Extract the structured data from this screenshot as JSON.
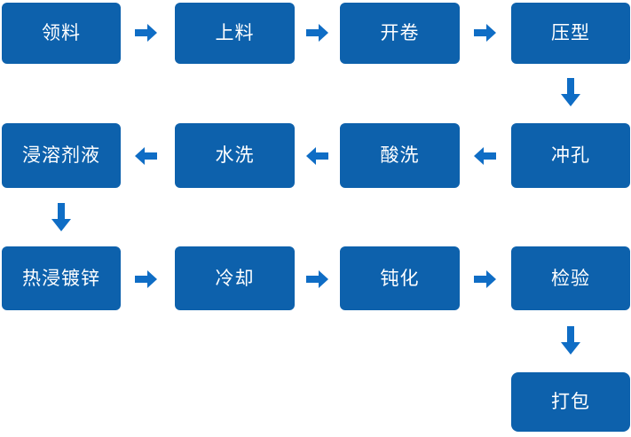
{
  "diagram": {
    "type": "flowchart",
    "background": "#FFFFFF",
    "colors": {
      "node_fill": "#0D61AC",
      "arrow_fill": "#0F6DC5",
      "node_text": "#FFFFFF"
    },
    "nodes": [
      {
        "id": "receive-material",
        "label": "领料"
      },
      {
        "id": "load-material",
        "label": "上料"
      },
      {
        "id": "uncoil",
        "label": "开卷"
      },
      {
        "id": "press-form",
        "label": "压型"
      },
      {
        "id": "punch",
        "label": "冲孔"
      },
      {
        "id": "acid-pickle",
        "label": "酸洗"
      },
      {
        "id": "water-rinse",
        "label": "水洗"
      },
      {
        "id": "flux-dip",
        "label": "浸溶剂液"
      },
      {
        "id": "hot-dip-galvanize",
        "label": "热浸镀锌"
      },
      {
        "id": "cool",
        "label": "冷却"
      },
      {
        "id": "passivate",
        "label": "钝化"
      },
      {
        "id": "inspect",
        "label": "检验"
      },
      {
        "id": "pack",
        "label": "打包"
      }
    ],
    "edges": [
      {
        "from": "领料",
        "to": "上料",
        "direction": "right"
      },
      {
        "from": "上料",
        "to": "开卷",
        "direction": "right"
      },
      {
        "from": "开卷",
        "to": "压型",
        "direction": "right"
      },
      {
        "from": "压型",
        "to": "冲孔",
        "direction": "down"
      },
      {
        "from": "冲孔",
        "to": "酸洗",
        "direction": "left"
      },
      {
        "from": "酸洗",
        "to": "水洗",
        "direction": "left"
      },
      {
        "from": "水洗",
        "to": "浸溶剂液",
        "direction": "left"
      },
      {
        "from": "浸溶剂液",
        "to": "热浸镀锌",
        "direction": "down"
      },
      {
        "from": "热浸镀锌",
        "to": "冷却",
        "direction": "right"
      },
      {
        "from": "冷却",
        "to": "钝化",
        "direction": "right"
      },
      {
        "from": "钝化",
        "to": "检验",
        "direction": "right"
      },
      {
        "from": "检验",
        "to": "打包",
        "direction": "down"
      }
    ]
  }
}
